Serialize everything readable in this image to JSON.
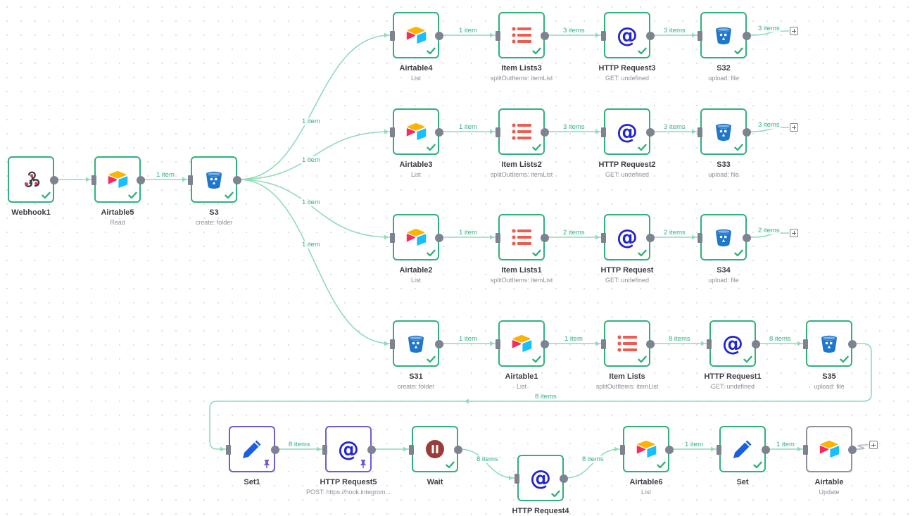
{
  "nodes": [
    {
      "id": "webhook1",
      "title": "Webhook1",
      "subtitle": "",
      "icon": "webhook",
      "status": "success"
    },
    {
      "id": "airtable5",
      "title": "Airtable5",
      "subtitle": "Read",
      "icon": "airtable",
      "status": "success"
    },
    {
      "id": "s3",
      "title": "S3",
      "subtitle": "create: folder",
      "icon": "bucket",
      "status": "success"
    },
    {
      "id": "airtable4",
      "title": "Airtable4",
      "subtitle": "List",
      "icon": "airtable",
      "status": "success"
    },
    {
      "id": "itemlists3",
      "title": "Item Lists3",
      "subtitle": "splitOutItems: itemList",
      "icon": "list",
      "status": "success"
    },
    {
      "id": "httprequest3",
      "title": "HTTP Request3",
      "subtitle": "GET: undefined",
      "icon": "at",
      "status": "success"
    },
    {
      "id": "s32",
      "title": "S32",
      "subtitle": "upload: file",
      "icon": "bucket",
      "status": "success"
    },
    {
      "id": "airtable3",
      "title": "Airtable3",
      "subtitle": "List",
      "icon": "airtable",
      "status": "success"
    },
    {
      "id": "itemlists2",
      "title": "Item Lists2",
      "subtitle": "splitOutItems: itemList",
      "icon": "list",
      "status": "success"
    },
    {
      "id": "httprequest2",
      "title": "HTTP Request2",
      "subtitle": "GET: undefined",
      "icon": "at",
      "status": "success"
    },
    {
      "id": "s33",
      "title": "S33",
      "subtitle": "upload: file",
      "icon": "bucket",
      "status": "success"
    },
    {
      "id": "airtable2",
      "title": "Airtable2",
      "subtitle": "List",
      "icon": "airtable",
      "status": "success"
    },
    {
      "id": "itemlists1",
      "title": "Item Lists1",
      "subtitle": "splitOutItems: itemList",
      "icon": "list",
      "status": "success"
    },
    {
      "id": "httprequest",
      "title": "HTTP Request",
      "subtitle": "GET: undefined",
      "icon": "at",
      "status": "success"
    },
    {
      "id": "s34",
      "title": "S34",
      "subtitle": "upload: file",
      "icon": "bucket",
      "status": "success"
    },
    {
      "id": "s31",
      "title": "S31",
      "subtitle": "create: folder",
      "icon": "bucket",
      "status": "success"
    },
    {
      "id": "airtable1",
      "title": "Airtable1",
      "subtitle": "List",
      "icon": "airtable",
      "status": "success"
    },
    {
      "id": "itemlists",
      "title": "Item Lists",
      "subtitle": "splitOutItems: itemList",
      "icon": "list",
      "status": "success"
    },
    {
      "id": "httprequest1",
      "title": "HTTP Request1",
      "subtitle": "GET: undefined",
      "icon": "at",
      "status": "success"
    },
    {
      "id": "s35",
      "title": "S35",
      "subtitle": "upload: file",
      "icon": "bucket",
      "status": "success"
    },
    {
      "id": "set1",
      "title": "Set1",
      "subtitle": "",
      "icon": "pen",
      "status": "pinned"
    },
    {
      "id": "httprequest5",
      "title": "HTTP Request5",
      "subtitle": "POST: https://hook.integrom...",
      "icon": "at",
      "status": "pinned"
    },
    {
      "id": "wait",
      "title": "Wait",
      "subtitle": "",
      "icon": "pause",
      "status": "success"
    },
    {
      "id": "httprequest4",
      "title": "HTTP Request4",
      "subtitle": "",
      "icon": "at",
      "status": "success"
    },
    {
      "id": "airtable6",
      "title": "Airtable6",
      "subtitle": "List",
      "icon": "airtable",
      "status": "success"
    },
    {
      "id": "set",
      "title": "Set",
      "subtitle": "",
      "icon": "pen",
      "status": "success"
    },
    {
      "id": "airtable",
      "title": "Airtable",
      "subtitle": "Update",
      "icon": "airtable",
      "status": "idle"
    }
  ],
  "edges": [
    {
      "from": "webhook1",
      "to": "airtable5",
      "label": ""
    },
    {
      "from": "airtable5",
      "to": "s3",
      "label": "1 item"
    },
    {
      "from": "s3",
      "to": "airtable4",
      "label": "1 item"
    },
    {
      "from": "s3",
      "to": "airtable3",
      "label": "1 item"
    },
    {
      "from": "s3",
      "to": "airtable2",
      "label": "1 item"
    },
    {
      "from": "s3",
      "to": "s31",
      "label": "1 item"
    },
    {
      "from": "airtable4",
      "to": "itemlists3",
      "label": "1 item"
    },
    {
      "from": "itemlists3",
      "to": "httprequest3",
      "label": "3 items"
    },
    {
      "from": "httprequest3",
      "to": "s32",
      "label": "3 items"
    },
    {
      "from": "s32",
      "to": "plus:0",
      "label": "3 items"
    },
    {
      "from": "airtable3",
      "to": "itemlists2",
      "label": "1 item"
    },
    {
      "from": "itemlists2",
      "to": "httprequest2",
      "label": "3 items"
    },
    {
      "from": "httprequest2",
      "to": "s33",
      "label": "3 items"
    },
    {
      "from": "s33",
      "to": "plus:1",
      "label": "3 items"
    },
    {
      "from": "airtable2",
      "to": "itemlists1",
      "label": "1 item"
    },
    {
      "from": "itemlists1",
      "to": "httprequest",
      "label": "2 items"
    },
    {
      "from": "httprequest",
      "to": "s34",
      "label": "2 items"
    },
    {
      "from": "s34",
      "to": "plus:2",
      "label": "2 items"
    },
    {
      "from": "s31",
      "to": "airtable1",
      "label": "1 item"
    },
    {
      "from": "airtable1",
      "to": "itemlists",
      "label": "1 item"
    },
    {
      "from": "itemlists",
      "to": "httprequest1",
      "label": "8 items"
    },
    {
      "from": "httprequest1",
      "to": "s35",
      "label": "8 items"
    },
    {
      "from": "s35",
      "to": "set1",
      "label": "8 items"
    },
    {
      "from": "set1",
      "to": "httprequest5",
      "label": "8 items"
    },
    {
      "from": "httprequest5",
      "to": "wait",
      "label": ""
    },
    {
      "from": "wait",
      "to": "httprequest4",
      "label": "8 items"
    },
    {
      "from": "httprequest4",
      "to": "airtable6",
      "label": "8 items"
    },
    {
      "from": "airtable6",
      "to": "set",
      "label": "1 item"
    },
    {
      "from": "set",
      "to": "airtable",
      "label": "1 item"
    },
    {
      "from": "airtable",
      "to": "plus:3",
      "label": ""
    }
  ],
  "colors": {
    "success": "#2db37a",
    "pinned": "#6f5bd6",
    "idle": "#8f92a0",
    "edge": "#8fdcb7",
    "edge_idle": "#b4b6be",
    "http_at": "#2124d6",
    "list_red": "#ef5b4e",
    "bucket_blue": "#1f77cc",
    "pen_blue": "#1b5fe0",
    "wait_red": "#9a3c3c"
  }
}
